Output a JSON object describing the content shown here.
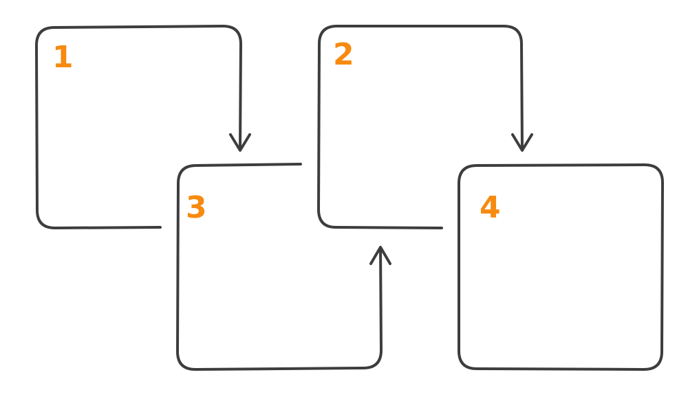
{
  "colors": {
    "stroke": "#3d3d3d",
    "number": "#f78a10",
    "background": "#ffffff"
  },
  "steps": [
    {
      "label": "1"
    },
    {
      "label": "2"
    },
    {
      "label": "3"
    },
    {
      "label": "4"
    }
  ],
  "arrows": [
    {
      "from": "1",
      "to": "3",
      "head": "arrow-down-icon"
    },
    {
      "from": "3",
      "to": "2",
      "head": "arrow-up-icon"
    },
    {
      "from": "2",
      "to": "4",
      "head": "arrow-down-icon"
    }
  ]
}
